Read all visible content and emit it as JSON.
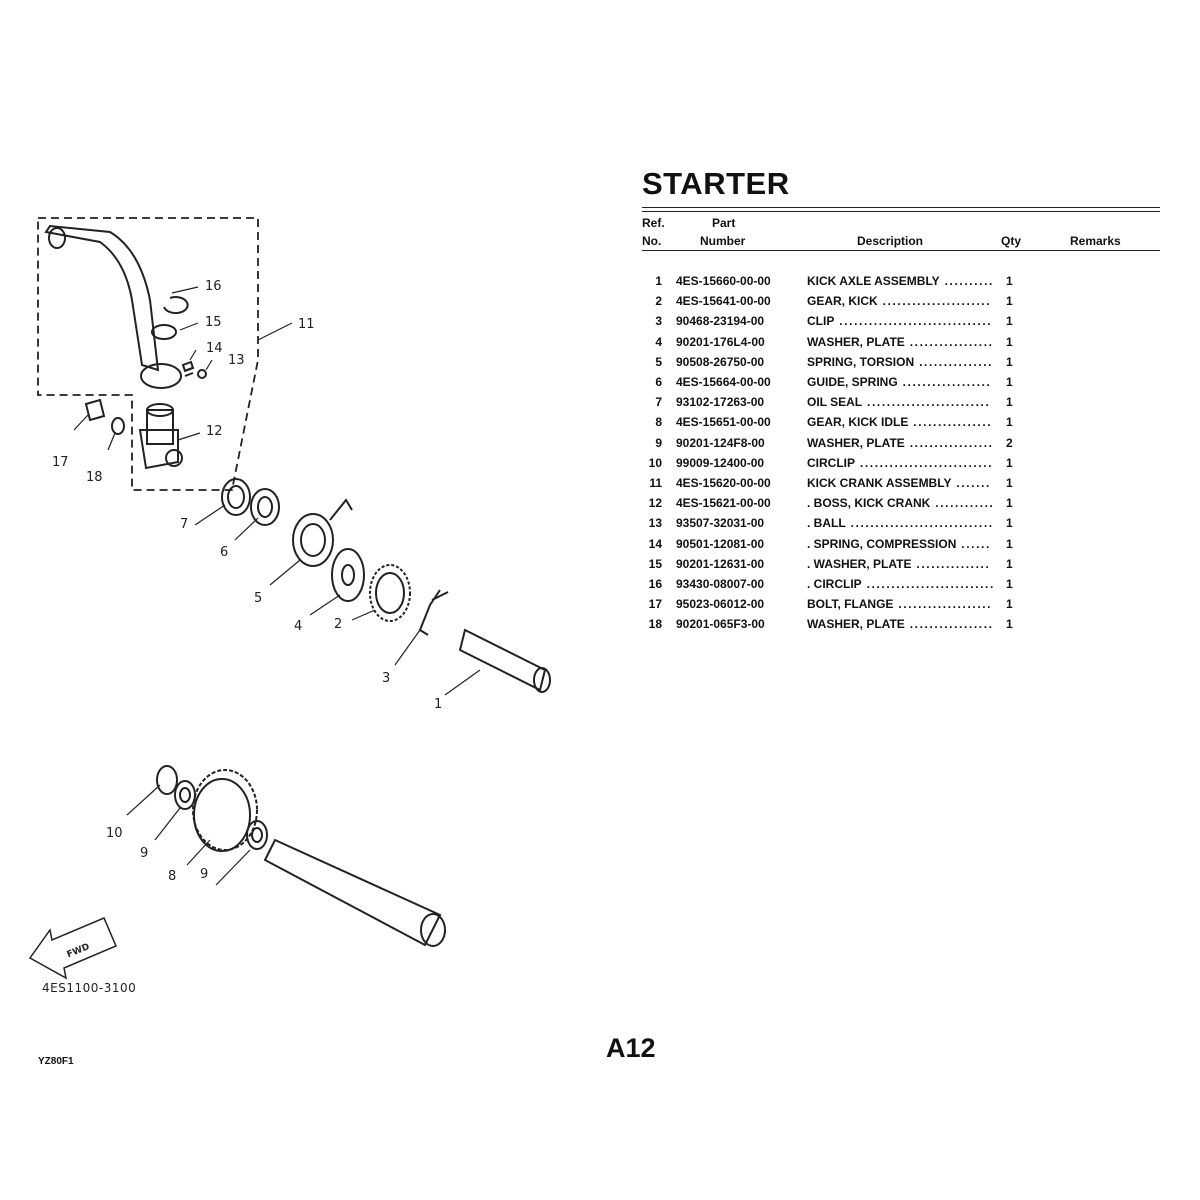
{
  "title": "STARTER",
  "columns": {
    "ref_line1": "Ref.",
    "ref_line2": "No.",
    "part_line1": "Part",
    "part_line2": "Number",
    "description": "Description",
    "qty": "Qty",
    "remarks": "Remarks"
  },
  "parts": [
    {
      "ref": "1",
      "part_number": "4ES-15660-00-00",
      "description": "KICK AXLE ASSEMBLY",
      "qty": "1"
    },
    {
      "ref": "2",
      "part_number": "4ES-15641-00-00",
      "description": "GEAR, KICK",
      "qty": "1"
    },
    {
      "ref": "3",
      "part_number": "90468-23194-00",
      "description": "CLIP",
      "qty": "1"
    },
    {
      "ref": "4",
      "part_number": "90201-176L4-00",
      "description": "WASHER, PLATE",
      "qty": "1"
    },
    {
      "ref": "5",
      "part_number": "90508-26750-00",
      "description": "SPRING, TORSION",
      "qty": "1"
    },
    {
      "ref": "6",
      "part_number": "4ES-15664-00-00",
      "description": "GUIDE, SPRING",
      "qty": "1"
    },
    {
      "ref": "7",
      "part_number": "93102-17263-00",
      "description": "OIL SEAL",
      "qty": "1"
    },
    {
      "ref": "8",
      "part_number": "4ES-15651-00-00",
      "description": "GEAR, KICK IDLE",
      "qty": "1"
    },
    {
      "ref": "9",
      "part_number": "90201-124F8-00",
      "description": "WASHER, PLATE",
      "qty": "2"
    },
    {
      "ref": "10",
      "part_number": "99009-12400-00",
      "description": "CIRCLIP",
      "qty": "1"
    },
    {
      "ref": "11",
      "part_number": "4ES-15620-00-00",
      "description": "KICK CRANK ASSEMBLY",
      "qty": "1"
    },
    {
      "ref": "12",
      "part_number": "4ES-15621-00-00",
      "description": ". BOSS, KICK CRANK",
      "qty": "1"
    },
    {
      "ref": "13",
      "part_number": "93507-32031-00",
      "description": ". BALL",
      "qty": "1"
    },
    {
      "ref": "14",
      "part_number": "90501-12081-00",
      "description": ". SPRING, COMPRESSION",
      "qty": "1"
    },
    {
      "ref": "15",
      "part_number": "90201-12631-00",
      "description": ". WASHER, PLATE",
      "qty": "1"
    },
    {
      "ref": "16",
      "part_number": "93430-08007-00",
      "description": ". CIRCLIP",
      "qty": "1"
    },
    {
      "ref": "17",
      "part_number": "95023-06012-00",
      "description": "BOLT, FLANGE",
      "qty": "1"
    },
    {
      "ref": "18",
      "part_number": "90201-065F3-00",
      "description": "WASHER, PLATE",
      "qty": "1"
    }
  ],
  "diagram": {
    "code": "4ES1100-3100",
    "fwd_label": "FWD",
    "callouts": [
      "16",
      "15",
      "11",
      "14",
      "13",
      "12",
      "17",
      "18",
      "7",
      "6",
      "5",
      "4",
      "2",
      "3",
      "1",
      "10",
      "9",
      "8",
      "9"
    ]
  },
  "page_number": "A12",
  "model": "YZ80F1"
}
